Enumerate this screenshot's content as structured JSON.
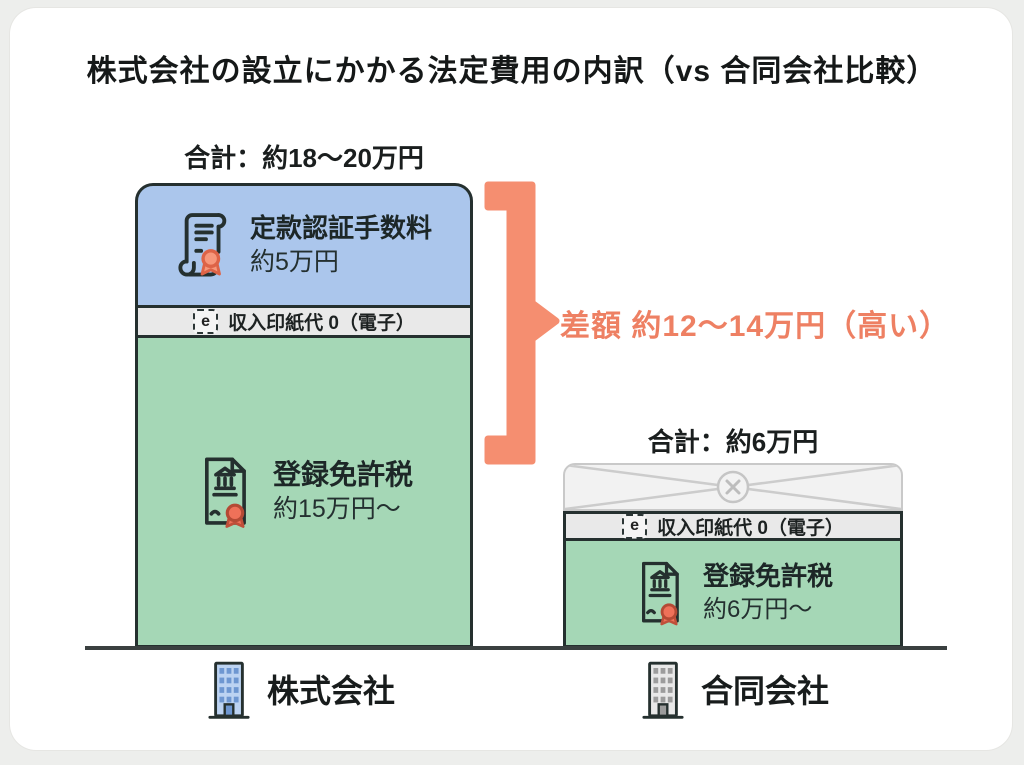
{
  "title": "株式会社の設立にかかる法定費用の内訳（vs 合同会社比較）",
  "colors": {
    "accent_orange": "#ee8063",
    "bracket_orange": "#f58e70",
    "cert_blue": "#abc6ec",
    "tax_green": "#a5d7b6",
    "strip_gray": "#e9e9e9",
    "outline_dark": "#25302f",
    "crossed_gray": "#f2f2f2"
  },
  "kk": {
    "total": "合計：約18〜20万円",
    "cert_fee": {
      "label": "定款認証手数料",
      "value": "約5万円",
      "icon": "scroll-certificate-icon"
    },
    "stamp": {
      "e": "e",
      "label": "収入印紙代 0（電子）",
      "icon": "e-stamp-icon"
    },
    "reg_tax": {
      "label": "登録免許税",
      "value": "約15万円〜",
      "icon": "tax-document-icon"
    },
    "legend": "株式会社"
  },
  "gk": {
    "total": "合計：約6万円",
    "cert_fee_crossed_out": true,
    "stamp": {
      "e": "e",
      "label": "収入印紙代 0（電子）",
      "icon": "e-stamp-icon"
    },
    "reg_tax": {
      "label": "登録免許税",
      "value": "約6万円〜",
      "icon": "tax-document-icon"
    },
    "legend": "合同会社"
  },
  "difference": "差額 約12〜14万円（高い）",
  "chart_data": {
    "type": "bar",
    "subtype": "stacked_comparison",
    "title": "株式会社の設立にかかる法定費用の内訳（vs 合同会社比較）",
    "categories": [
      "株式会社",
      "合同会社"
    ],
    "unit": "万円",
    "series": [
      {
        "name": "定款認証手数料",
        "values": [
          5,
          0
        ],
        "labels": [
          "約5万円",
          ""
        ],
        "crossed_out": [
          false,
          true
        ]
      },
      {
        "name": "収入印紙代（電子）",
        "values": [
          0,
          0
        ],
        "labels": [
          "収入印紙代 0（電子）",
          "収入印紙代 0（電子）"
        ]
      },
      {
        "name": "登録免許税",
        "values": [
          15,
          6
        ],
        "labels": [
          "約15万円〜",
          "約6万円〜"
        ]
      }
    ],
    "totals": [
      "約18〜20万円",
      "約6万円"
    ],
    "difference_annotation": "差額 約12〜14万円（高い）",
    "legend_position": "bottom",
    "grid": false
  }
}
